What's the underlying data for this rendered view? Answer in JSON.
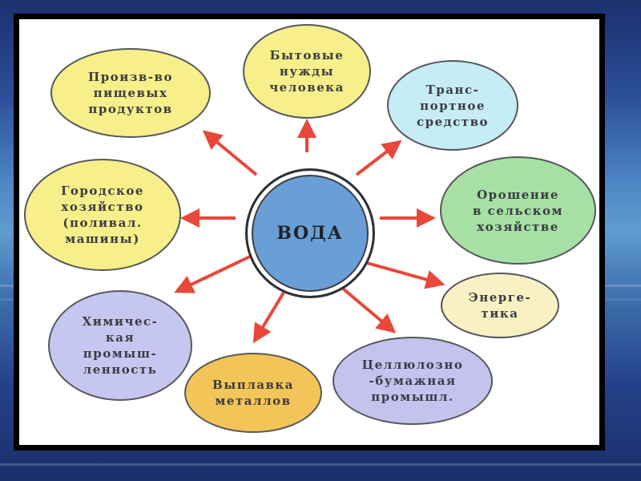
{
  "diagram": {
    "center": {
      "label": "ВОДА",
      "color": "#6a9ed6"
    },
    "nodes": [
      {
        "id": "food",
        "label": "Произв-во\nпищевых\nпродуктов",
        "color": "#f6ef8a"
      },
      {
        "id": "household",
        "label": "Бытовые\nнужды\nчеловека",
        "color": "#f6ef8a"
      },
      {
        "id": "transport",
        "label": "Транс-\nпортное\nсредство",
        "color": "#c6ecf5"
      },
      {
        "id": "irrigation",
        "label": "Орошение\nв сельском\nхозяйстве",
        "color": "#a6e0a4"
      },
      {
        "id": "energy",
        "label": "Энерге-\nтика",
        "color": "#f9f1c4"
      },
      {
        "id": "pulp",
        "label": "Целлюлозно\n-бумажная\nпромышл.",
        "color": "#c3c3ee"
      },
      {
        "id": "metal",
        "label": "Выплавка\nметаллов",
        "color": "#f3c457"
      },
      {
        "id": "chemical",
        "label": "Химичес-\nкая\nпромыш-\nленность",
        "color": "#c6c7f0"
      },
      {
        "id": "municipal",
        "label": "Городское\nхозяйство\n(поливал.\nмашины)",
        "color": "#f6ef8a"
      }
    ],
    "arrow_color": "#e8473a"
  }
}
